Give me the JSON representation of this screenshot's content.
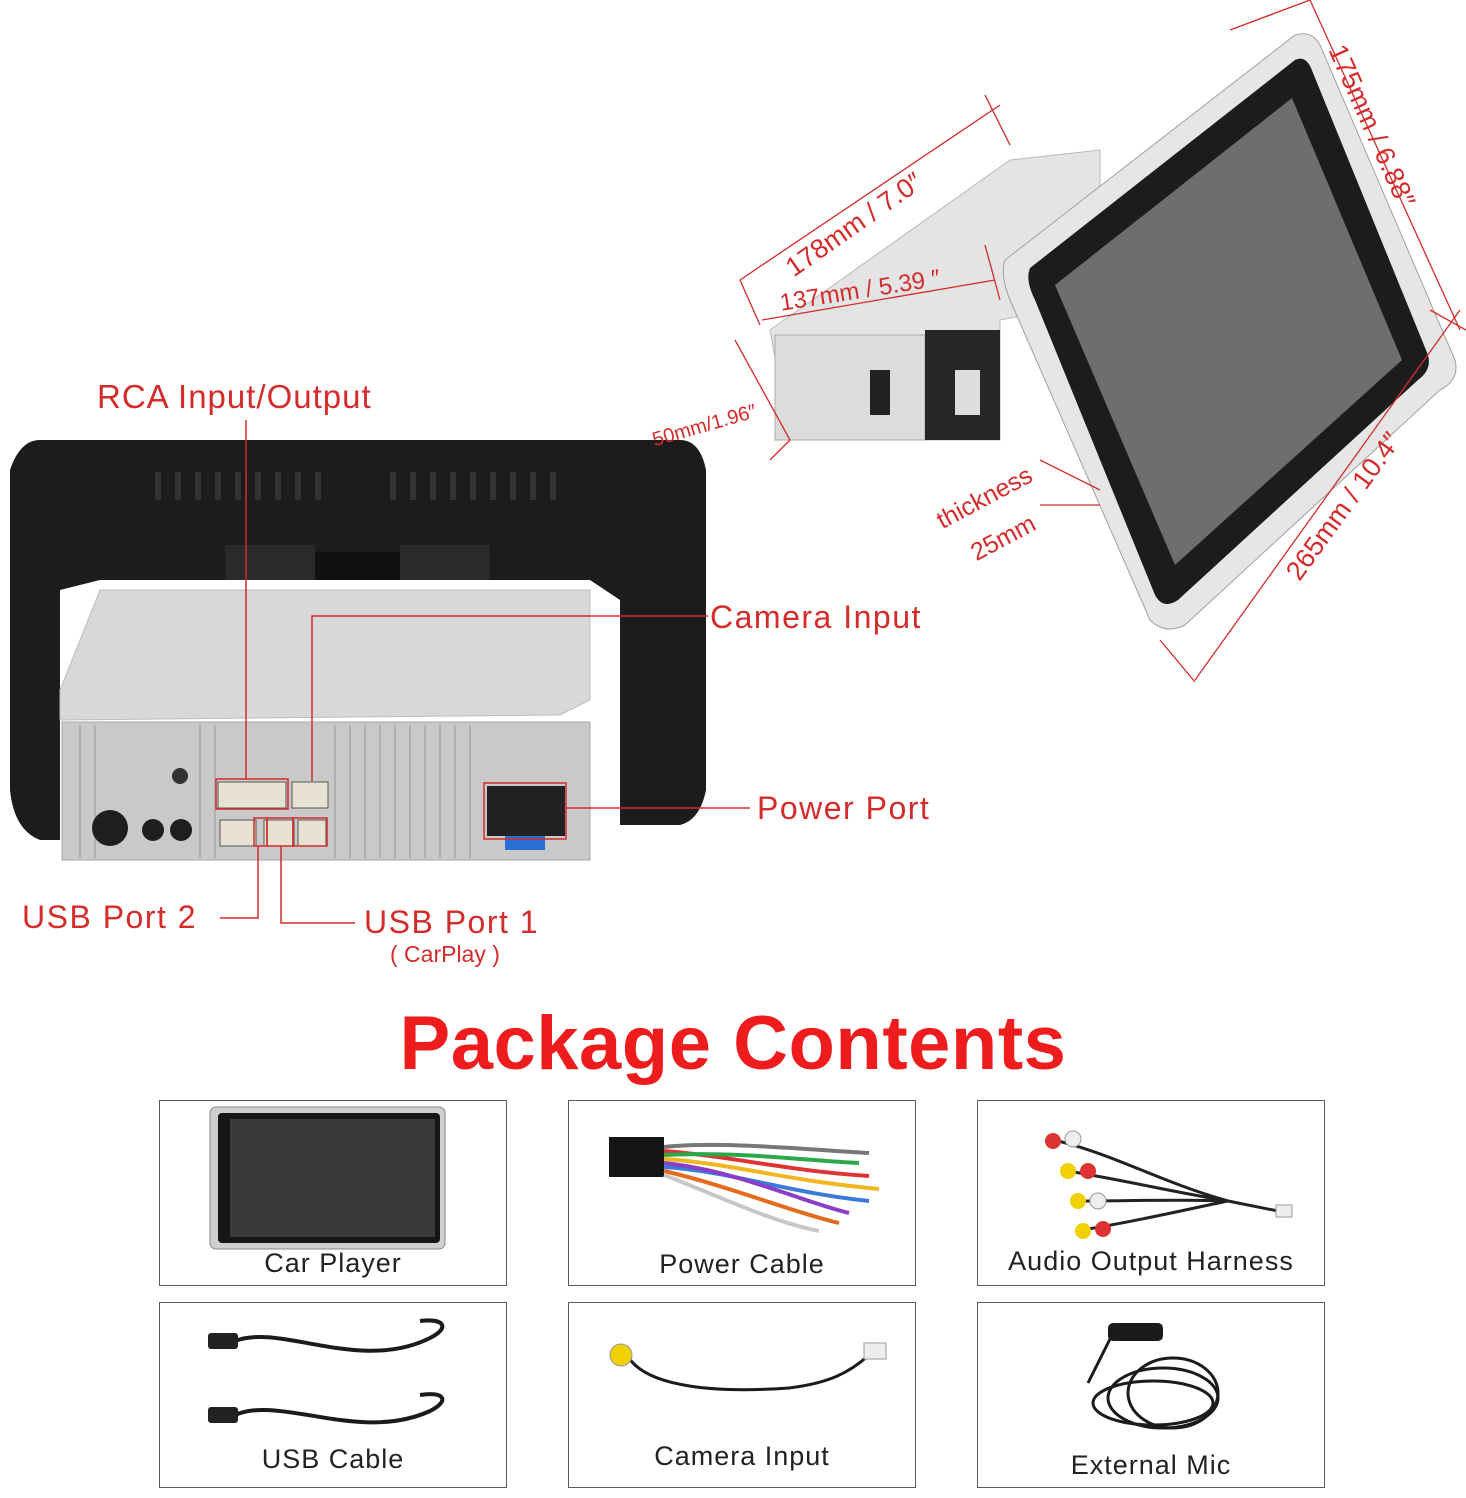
{
  "callouts": {
    "rca": "RCA Input/Output",
    "camera": "Camera Input",
    "power": "Power Port",
    "usb2": "USB Port 2",
    "usb1": "USB Port 1",
    "usb1_sub": "( CarPlay )"
  },
  "dimensions": {
    "depth": "178mm / 7.0″",
    "body_depth": "137mm / 5.39 ″",
    "height": "50mm/1.96″",
    "screen_height": "175mm / 6.88″",
    "screen_width": "265mm / 10.4″",
    "thickness_label": "thickness",
    "thickness_value": "25mm"
  },
  "package": {
    "title": "Package Contents",
    "items": [
      {
        "label": "Car Player"
      },
      {
        "label": "Power Cable"
      },
      {
        "label": "Audio Output Harness"
      },
      {
        "label": "USB Cable"
      },
      {
        "label": "Camera Input"
      },
      {
        "label": "External Mic"
      }
    ]
  },
  "colors": {
    "accent_red": "#d42b2b",
    "title_red": "#ee1c1c",
    "housing_black": "#1c1c1c",
    "metal": "#d9d9d9"
  }
}
